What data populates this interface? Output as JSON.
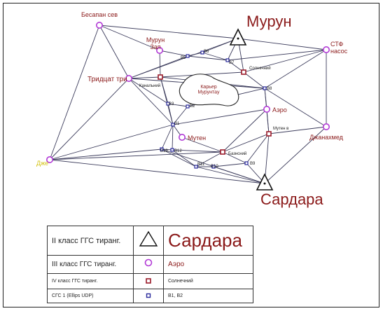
{
  "diagram": {
    "colors": {
      "line": "#3c3c5c",
      "station_label": "#8b1a1a",
      "main_label": "#8b1a1a",
      "purple_circle": "#b23ad6",
      "red_square": "#9b1b2a",
      "blue_square": "#2a2a9c",
      "small_label": "#222222"
    },
    "main_stations": [
      {
        "id": "murun",
        "label": "Мурун"
      },
      {
        "id": "sardara",
        "label": "Сардара"
      }
    ],
    "class3_stations": [
      {
        "id": "besapan",
        "label": "Бесапан сев"
      },
      {
        "id": "murun_zap",
        "label": "Мурун\nЗап"
      },
      {
        "id": "stf",
        "label": "СТФ\nнасос"
      },
      {
        "id": "tridtsat",
        "label": "Тридцат три"
      },
      {
        "id": "aero",
        "label": "Аэро"
      },
      {
        "id": "muten",
        "label": "Мутен"
      },
      {
        "id": "dzhanakhmed",
        "label": "Джанахмед"
      },
      {
        "id": "dzhe",
        "label": "Дже"
      }
    ],
    "class4_stations": [
      {
        "id": "kanalniy",
        "label": "Канальний"
      },
      {
        "id": "solnechniy",
        "label": "Солнечний"
      },
      {
        "id": "muten_v",
        "label": "Мутен в"
      },
      {
        "id": "baznsniy",
        "label": "Базнсний"
      }
    ],
    "gps_points": [
      "B1",
      "B2",
      "B3",
      "B5",
      "B6",
      "B7",
      "B8",
      "B9",
      "B10",
      "B11",
      "B12",
      "B13"
    ],
    "quarry_label": "Карьер\nМурунтау"
  },
  "legend": {
    "rows": [
      {
        "class": "II класс ГГС тиранг.",
        "example": "Сардара"
      },
      {
        "class": "III класс ГГС тиранг.",
        "example": "Аэро"
      },
      {
        "class": "IV класс ГГС тиранг.",
        "example": "Солнечний"
      },
      {
        "class": "СГС 1 (Ellips UDP)",
        "example": "B1, B2"
      }
    ]
  }
}
